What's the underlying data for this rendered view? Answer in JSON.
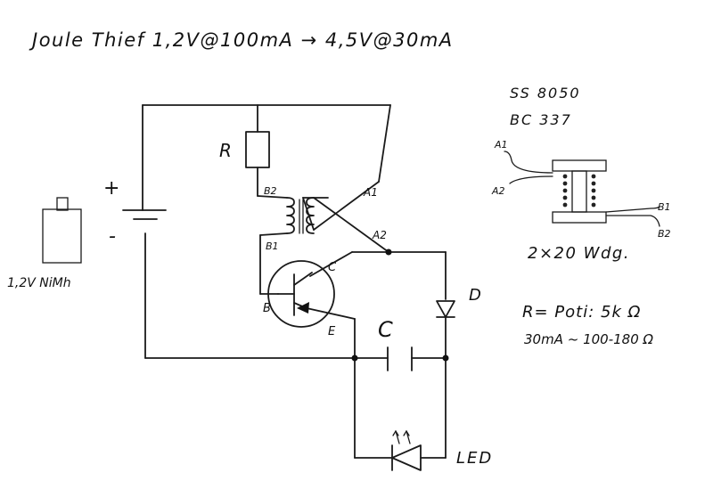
{
  "title": "Joule Thief  1,2V@100mA → 4,5V@30mA",
  "battery": {
    "plus": "+",
    "minus": "-",
    "cell_label": "1,2V NiMh"
  },
  "resistor_label": "R",
  "transformer": {
    "b2": "B2",
    "b1": "B1",
    "a1": "A1",
    "a2": "A2"
  },
  "transistor": {
    "b": "B",
    "c": "C",
    "e": "E"
  },
  "capacitor_label": "C",
  "diode_label": "D",
  "led_label": "LED",
  "transistor_types": [
    "SS 8050",
    "BC 337"
  ],
  "coil": {
    "a1": "A1",
    "a2": "A2",
    "b1": "B1",
    "b2": "B2",
    "winding_label": "2×20 Wdg."
  },
  "notes": [
    "R= Poti: 5k Ω",
    "30mA ~ 100-180 Ω"
  ]
}
